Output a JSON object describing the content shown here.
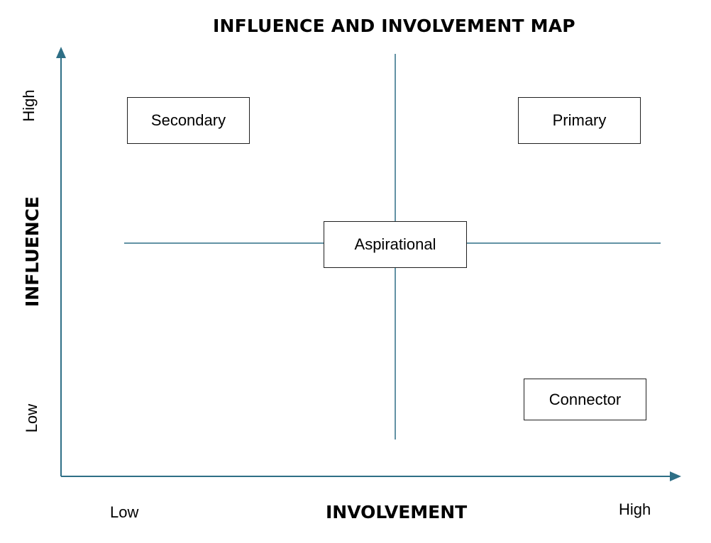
{
  "title": "INFLUENCE AND INVOLVEMENT MAP",
  "axes": {
    "x": {
      "title": "INVOLVEMENT",
      "low_label": "Low",
      "high_label": "High"
    },
    "y": {
      "title": "INFLUENCE",
      "low_label": "Low",
      "high_label": "High"
    }
  },
  "quadrant_labels": {
    "top_left": "Secondary",
    "top_right": "Primary",
    "center": "Aspirational",
    "bottom_right": "Connector"
  },
  "colors": {
    "axis": "#2e6f86",
    "text": "#000000",
    "box_border": "#1f1f1f"
  }
}
